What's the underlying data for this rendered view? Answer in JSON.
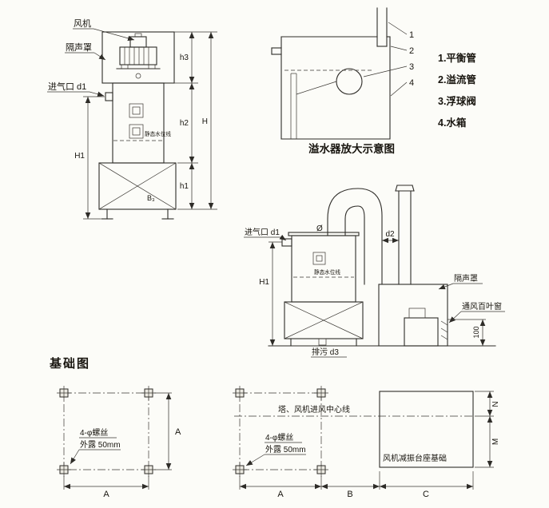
{
  "front_elevation": {
    "fan_label": "风机",
    "enclosure_label": "隔声罩",
    "inlet_label": "进气口 d1",
    "water_line_label": "静态水位线",
    "hopper_label": "B₃",
    "dim_h3": "h3",
    "dim_h2": "h2",
    "dim_h1": "h1",
    "dim_H": "H",
    "dim_H1": "H1"
  },
  "overflow_detail": {
    "caption": "溢水器放大示意图",
    "callouts": [
      "1",
      "2",
      "3",
      "4"
    ],
    "legend": [
      "1.平衡管",
      "2.溢流管",
      "3.浮球阀",
      "4.水箱"
    ]
  },
  "side_elevation": {
    "inlet_label": "进气口 d1",
    "top_diameter": "Ø",
    "water_line_label": "静态水位线",
    "dim_d2": "d2",
    "enclosure_label": "隔声罩",
    "louver_label": "通风百叶窗",
    "dim_100": "100",
    "drain_label": "排污 d3",
    "dim_H1": "H1"
  },
  "foundation": {
    "title": "基础图",
    "left_plan": {
      "bolt_note_line1": "4-φ螺丝",
      "bolt_note_line2": "外露 50mm",
      "dim_width": "A",
      "dim_height": "A"
    },
    "right_plan": {
      "centerline_label": "塔、风机进风中心线",
      "bolt_note_line1": "4-φ螺丝",
      "bolt_note_line2": "外露 50mm",
      "pedestal_label": "风机减振台座基础",
      "dim_A": "A",
      "dim_B": "B",
      "dim_C": "C",
      "dim_N": "N",
      "dim_M": "M"
    }
  }
}
